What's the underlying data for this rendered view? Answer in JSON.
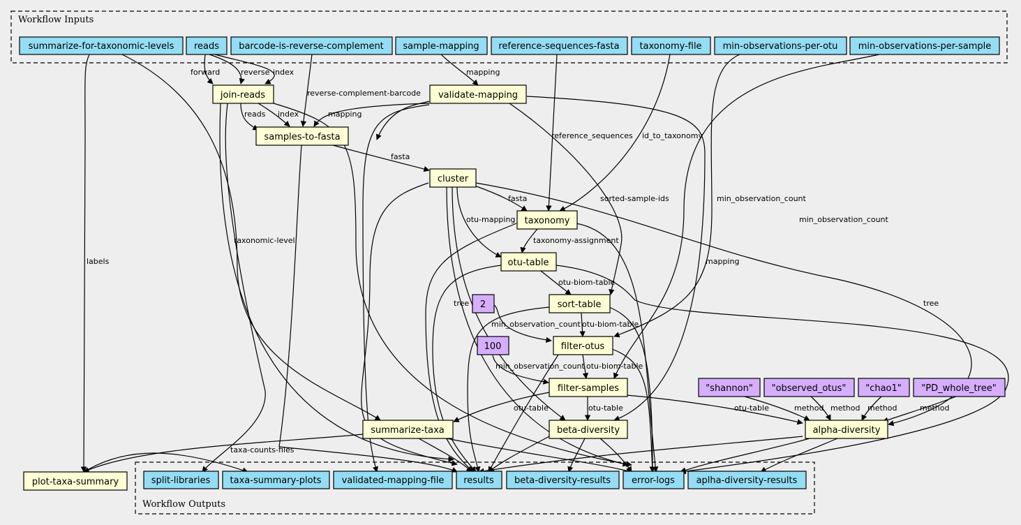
{
  "colors": {
    "background": "#eeeeee",
    "io": "#94ddf4",
    "step": "#ffffd5",
    "param": "#d5aefc"
  },
  "clusters": {
    "inputs": "Workflow Inputs",
    "outputs": "Workflow Outputs"
  },
  "nodes": {
    "summarize_for_taxonomic_levels": "summarize-for-taxonomic-levels",
    "reads": "reads",
    "barcode_is_reverse_complement": "barcode-is-reverse-complement",
    "sample_mapping": "sample-mapping",
    "reference_sequences_fasta": "reference-sequences-fasta",
    "taxonomy_file": "taxonomy-file",
    "min_observations_per_otu": "min-observations-per-otu",
    "min_observations_per_sample": "min-observations-per-sample",
    "join_reads": "join-reads",
    "validate_mapping": "validate-mapping",
    "samples_to_fasta": "samples-to-fasta",
    "cluster": "cluster",
    "taxonomy": "taxonomy",
    "otu_table": "otu-table",
    "sort_table": "sort-table",
    "param_2": "2",
    "filter_otus": "filter-otus",
    "param_100": "100",
    "filter_samples": "filter-samples",
    "shannon": "\"shannon\"",
    "observed_otus": "\"observed_otus\"",
    "chao1": "\"chao1\"",
    "pd_whole_tree": "\"PD_whole_tree\"",
    "summarize_taxa": "summarize-taxa",
    "beta_diversity": "beta-diversity",
    "alpha_diversity": "alpha-diversity",
    "plot_taxa_summary": "plot-taxa-summary",
    "split_libraries": "split-libraries",
    "taxa_summary_plots": "taxa-summary-plots",
    "validated_mapping_file": "validated-mapping-file",
    "results": "results",
    "beta_diversity_results": "beta-diversity-results",
    "error_logs": "error-logs",
    "aplha_diversity_results": "aplha-diversity-results"
  },
  "edge_labels": {
    "forward": "forward",
    "reverse": "reverse",
    "index_1": "index",
    "mapping_1": "mapping",
    "reverse_complement_barcode": "reverse-complement-barcode",
    "reads": "reads",
    "index_2": "index",
    "mapping_2": "mapping",
    "reference_sequences": "reference_sequences",
    "id_to_taxonomy": "id_to_taxonomy",
    "fasta_1": "fasta",
    "fasta_2": "fasta",
    "sorted_sample_ids": "sorted-sample-ids",
    "min_observation_count_1": "min_observation_count",
    "min_observation_count_2": "min_observation_count",
    "otu_mapping": "otu-mapping",
    "taxonomy_assignment": "taxonomy-assignment",
    "labels": "labels",
    "taxonomic_level": "taxonomic-level",
    "mapping_3": "mapping",
    "otu_biom_table_1": "otu-biom-table",
    "tree_1": "tree",
    "tree_2": "tree",
    "min_observation_count_3": "min_observation_count",
    "otu_biom_table_2": "otu-biom-table",
    "min_observation_count_4": "min_observation_count",
    "otu_biom_table_3": "otu-biom-table",
    "otu_table_1": "otu-table",
    "otu_table_2": "otu-table",
    "otu_table_3": "otu-table",
    "method_1": "method",
    "method_2": "method",
    "method_3": "method",
    "method_4": "method",
    "taxa_counts_files": "taxa-counts-files"
  }
}
